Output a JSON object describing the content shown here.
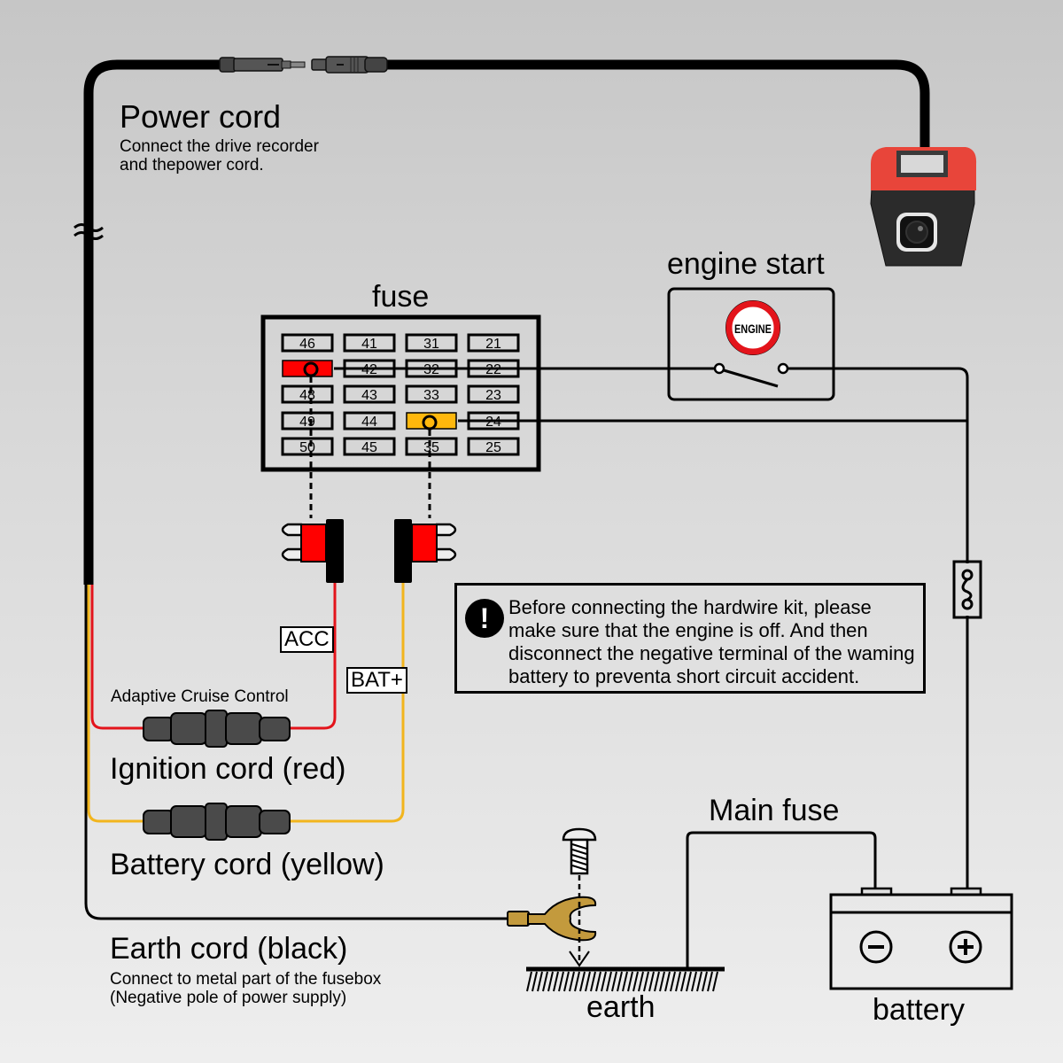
{
  "colors": {
    "wire_black": "#000000",
    "wire_red": "#e3141b",
    "wire_yellow": "#f2b51d",
    "fuse_red": "#ff0000",
    "fuse_yellow": "#ffb80d",
    "ring_terminal": "#c39a3d",
    "engine_ring": "#e3141b",
    "camera_accent": "#e8453a"
  },
  "power_cord": {
    "title": "Power cord",
    "desc_line1": "Connect the drive recorder",
    "desc_line2": "and thepower cord."
  },
  "fuse_box": {
    "title": "fuse",
    "rows": [
      [
        "46",
        "41",
        "31",
        "21"
      ],
      [
        "",
        "42",
        "32",
        "22"
      ],
      [
        "48",
        "43",
        "33",
        "23"
      ],
      [
        "49",
        "44",
        "",
        "24"
      ],
      [
        "50",
        "45",
        "35",
        "25"
      ]
    ],
    "highlighted": [
      {
        "row": 1,
        "col": 0,
        "color": "red"
      },
      {
        "row": 3,
        "col": 2,
        "color": "yellow"
      }
    ]
  },
  "engine_start": {
    "title": "engine start",
    "button_label": "ENGINE"
  },
  "tags": {
    "acc": "ACC",
    "bat": "BAT+"
  },
  "warning": {
    "icon": "exclamation-icon",
    "symbol": "!",
    "line1": "Before connecting the hardwire kit, please",
    "line2": "make sure that the engine is off. And then",
    "line3": "disconnect the negative terminal of the waming",
    "line4": "battery to preventa short circuit accident."
  },
  "ignition": {
    "note": "Adaptive Cruise Control",
    "title": "Ignition cord (red)"
  },
  "battery_cord": {
    "title": "Battery cord (yellow)"
  },
  "earth_cord": {
    "title": "Earth cord (black)",
    "desc_line1": "Connect to metal part of the fusebox",
    "desc_line2": "(Negative pole of power supply)"
  },
  "main_fuse": {
    "title": "Main fuse"
  },
  "earth": {
    "title": "earth"
  },
  "battery": {
    "title": "battery",
    "negative_symbol": "−",
    "positive_symbol": "+"
  },
  "break_symbol": "≈"
}
